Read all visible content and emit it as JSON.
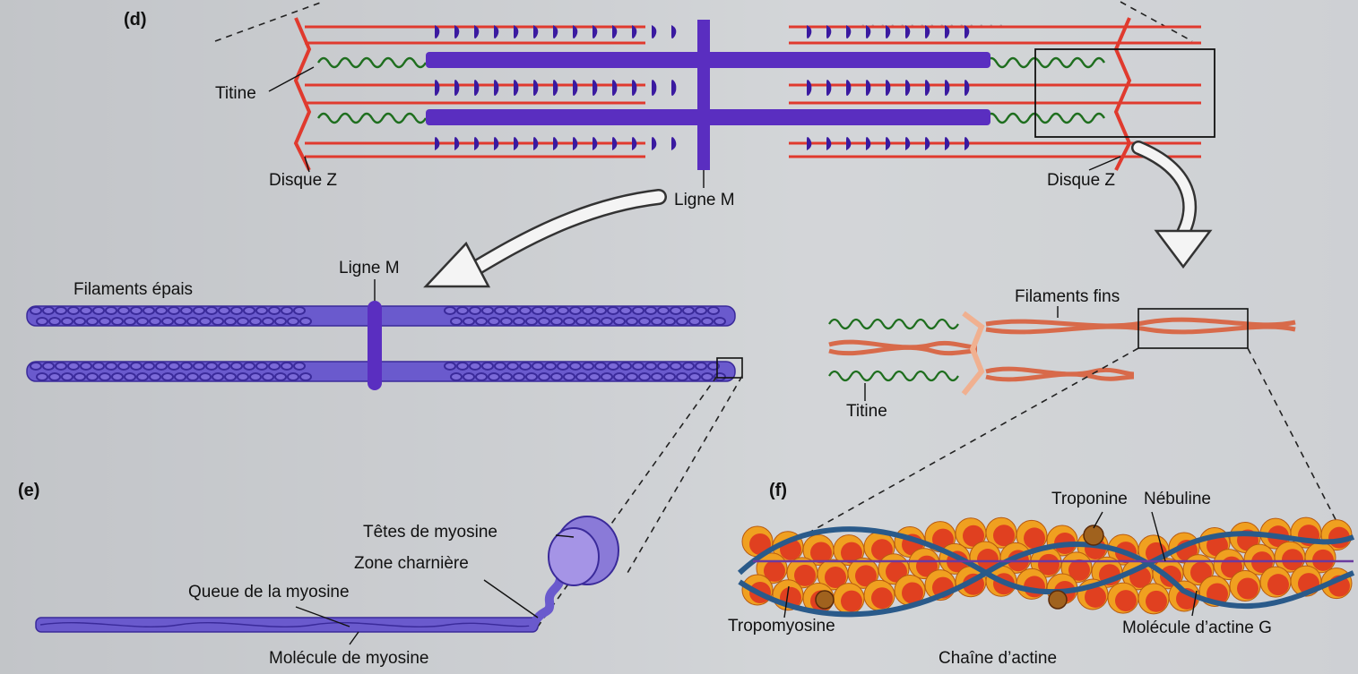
{
  "panels": {
    "d": {
      "tag": "(d)",
      "titine": "Titine",
      "disque_z_left": "Disque Z",
      "disque_z_right": "Disque Z",
      "ligne_m": "Ligne M"
    },
    "d_thick": {
      "ligne_m": "Ligne M",
      "filaments_epais": "Filaments épais"
    },
    "d_thin": {
      "filaments_fins": "Filaments fins",
      "titine": "Titine"
    },
    "e": {
      "tag": "(e)",
      "tetes": "Têtes de myosine",
      "zone": "Zone charnière",
      "queue": "Queue de la myosine",
      "molecule": "Molécule de myosine"
    },
    "f": {
      "tag": "(f)",
      "troponine": "Troponine",
      "nebuline": "Nébuline",
      "tropomyosine": "Tropomyosine",
      "actine_g": "Molécule d’actine G",
      "chaine": "Chaîne d’actine"
    }
  },
  "colors": {
    "actin_red": "#e03a2e",
    "titin_green": "#1e6e1e",
    "myosin_purple": "#5a2ec0",
    "myosin_light": "#6a5acd",
    "actin_salmon": "#e8876a",
    "bead_orange": "#f0a020",
    "bead_red": "#e04020",
    "strand_blue": "#2a5a8a"
  }
}
